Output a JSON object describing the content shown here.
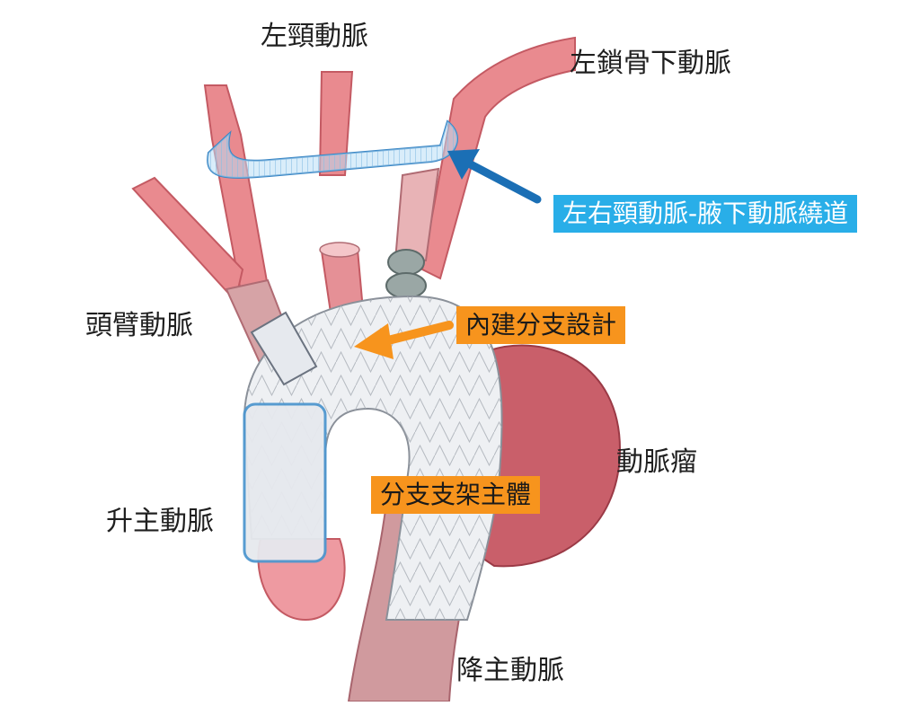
{
  "labels": {
    "left_carotid": "左頸動脈",
    "left_subclavian": "左鎖骨下動脈",
    "brachiocephalic": "頭臂動脈",
    "aneurysm": "動脈瘤",
    "ascending_aorta": "升主動脈",
    "descending_aorta": "降主動脈"
  },
  "callouts": {
    "bypass": "左右頸動脈-腋下動脈繞道",
    "branch_design": "內建分支設計",
    "stent_body": "分支支架主體"
  },
  "colors": {
    "artery": "#e98a8f",
    "artery_dark": "#c45a63",
    "aneurysm": "#c95f6a",
    "graft": "#b9dff5",
    "stent": "#eef0f3",
    "arrow_blue": "#1b6fb5",
    "arrow_orange": "#f7941d",
    "tag_blue": "#29aee8",
    "tag_orange": "#f7941d"
  }
}
